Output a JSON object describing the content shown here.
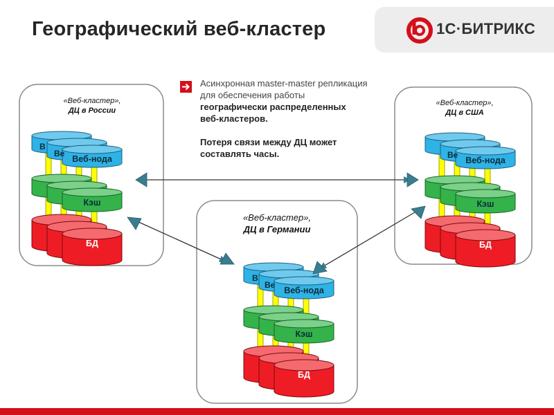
{
  "title": "Географический веб-кластер",
  "logo": {
    "text": "1С·БИТРИКС",
    "icon": "bitrix-logo-icon",
    "brand_color": "#d40f1a"
  },
  "description": {
    "line1": "Асинхронная master-master репликация",
    "line2": "для обеспечения работы",
    "line3": "географически распределенных",
    "line4": "веб-кластеров.",
    "line5": "Потеря связи между ДЦ может",
    "line6": "составлять часы."
  },
  "clusters": {
    "russia": {
      "kind": "«Веб-кластер»,",
      "location": "ДЦ в России"
    },
    "usa": {
      "kind": "«Веб-кластер»,",
      "location": "ДЦ в США"
    },
    "germany": {
      "kind": "«Веб-кластер»,",
      "location": "ДЦ в Германии"
    }
  },
  "labels": {
    "web_node": "Веб-нода",
    "web_partial": "Ве",
    "web_partial_short": "В",
    "cache": "Кэш",
    "db": "БД"
  },
  "colors": {
    "web": "#2fb2e6",
    "cache": "#33b34a",
    "db": "#ee1c24",
    "connector": "#ffff00",
    "arrow": "#3a7d8e",
    "panel_border": "#7f7f7f"
  }
}
